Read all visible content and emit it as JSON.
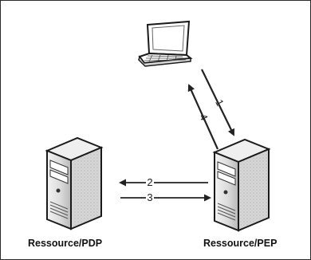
{
  "diagram": {
    "nodes": {
      "client": {
        "icon": "laptop-icon"
      },
      "pdp": {
        "label": "Ressource/PDP",
        "icon": "server-tower-icon"
      },
      "pep": {
        "label": "Ressource/PEP",
        "icon": "server-tower-icon"
      }
    },
    "flows": [
      {
        "from": "client",
        "to": "pep",
        "label": "1"
      },
      {
        "from": "pep",
        "to": "pdp",
        "label": "2"
      },
      {
        "from": "pdp",
        "to": "pep",
        "label": "3"
      },
      {
        "from": "pep",
        "to": "client",
        "label": "4"
      }
    ]
  }
}
